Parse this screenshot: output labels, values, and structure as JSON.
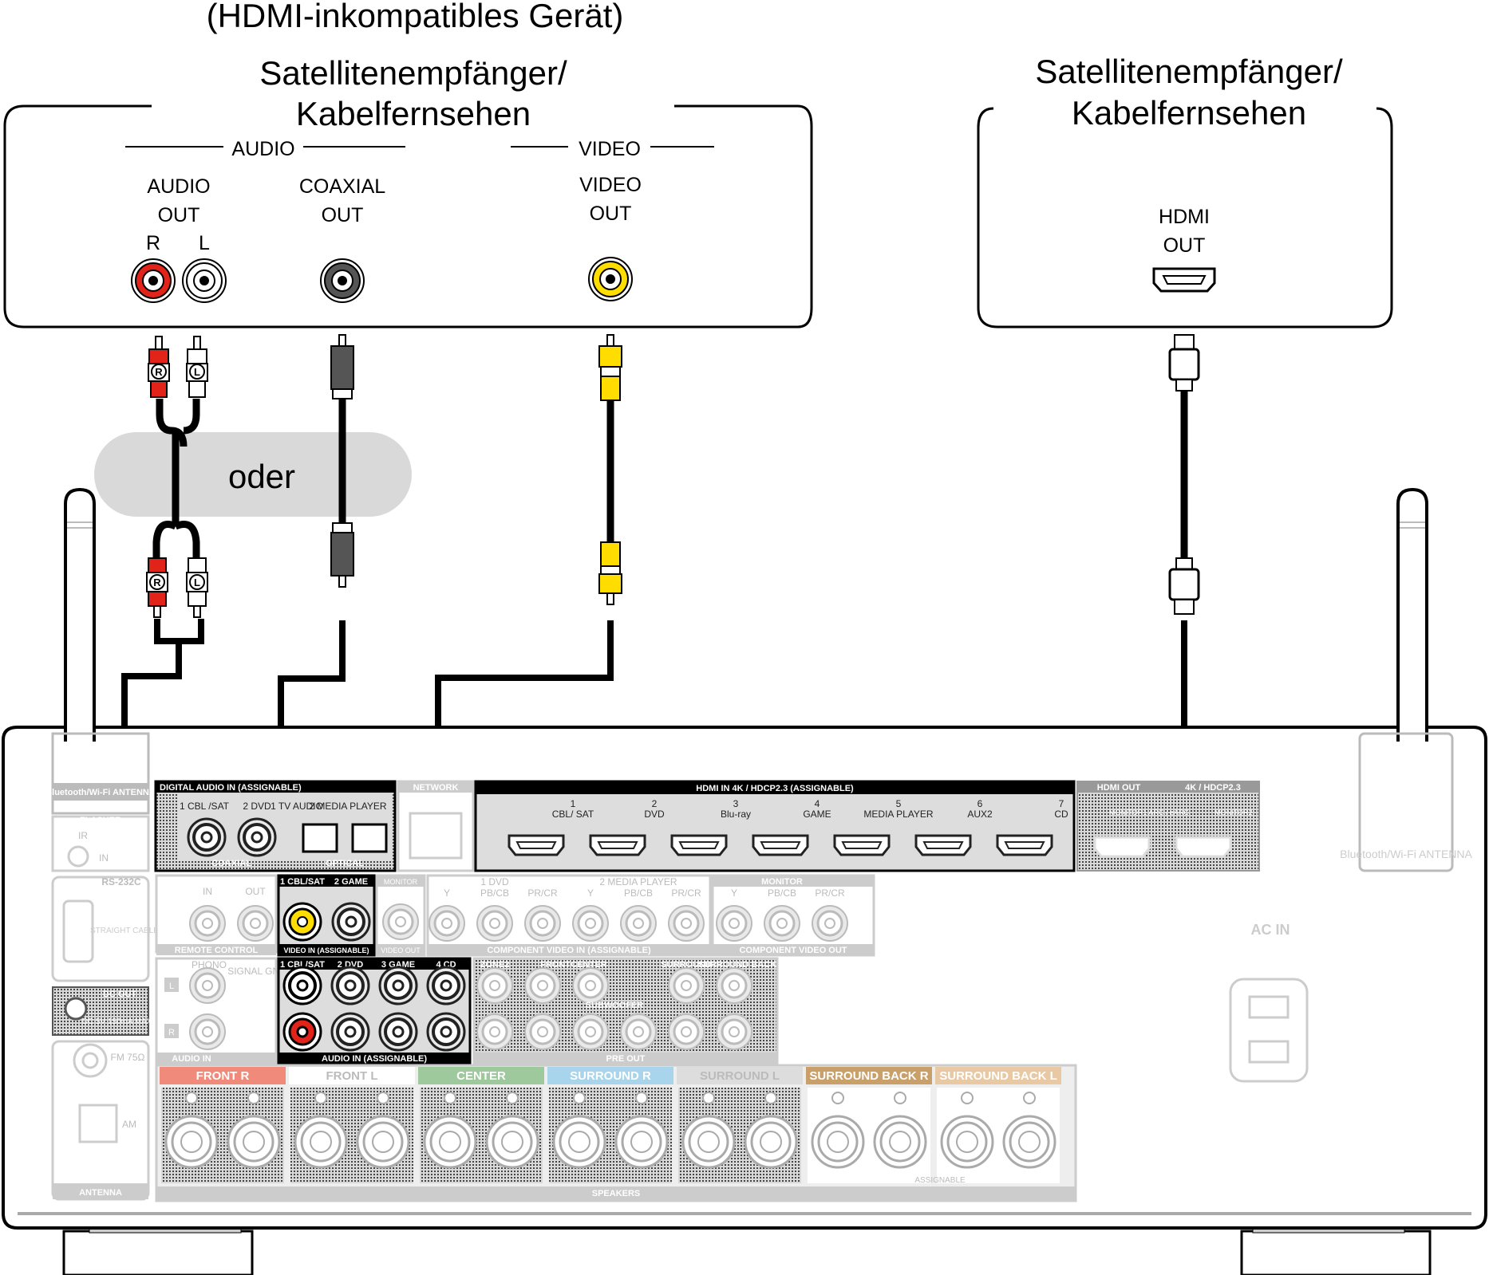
{
  "left_device": {
    "title_note": "(HDMI-inkompatibles Gerät)",
    "title_line1": "Satellitenempfänger/",
    "title_line2": "Kabelfernsehen",
    "audio_group": "AUDIO",
    "video_group": "VIDEO",
    "audio_out_line1": "AUDIO",
    "audio_out_line2": "OUT",
    "right_channel": "R",
    "left_channel": "L",
    "coaxial_line1": "COAXIAL",
    "coaxial_line2": "OUT",
    "video_out_line1": "VIDEO",
    "video_out_line2": "OUT"
  },
  "right_device": {
    "title_line1": "Satellitenempfänger/",
    "title_line2": "Kabelfernsehen",
    "hdmi_line1": "HDMI",
    "hdmi_line2": "OUT"
  },
  "alternative_label": "oder",
  "plug_labels": {
    "r": "R",
    "l": "L"
  },
  "receiver": {
    "digital_audio_in": "DIGITAL AUDIO IN (ASSIGNABLE)",
    "coaxial": "COAXIAL",
    "optical": "OPTICAL",
    "dig_in_1": "1 CBL /SAT",
    "dig_in_2": "2 DVD",
    "dig_opt_1": "1 TV AUDIO",
    "dig_opt_2": "2 MEDIA PLAYER",
    "network": "NETWORK",
    "hdmi_in_header": "HDMI IN 4K / HDCP2.3 (ASSIGNABLE)",
    "hdmi_inputs": [
      {
        "num": "1",
        "name": "CBL/ SAT"
      },
      {
        "num": "2",
        "name": "DVD"
      },
      {
        "num": "3",
        "name": "Blu-ray"
      },
      {
        "num": "4",
        "name": "GAME"
      },
      {
        "num": "5",
        "name": "MEDIA PLAYER"
      },
      {
        "num": "6",
        "name": "AUX2"
      },
      {
        "num": "7",
        "name": "CD"
      }
    ],
    "hdmi_out": "HDMI OUT",
    "hdmi_out_spec": "4K / HDCP2.3",
    "monitor1": "MONITOR1 ARC / eARC",
    "monitor2": "MONITOR2",
    "bt_antenna_left": "Bluetooth/Wi-Fi ANTENNA",
    "bt_antenna_right": "Bluetooth/Wi-Fi ANTENNA",
    "flasher": "FLASHER",
    "ir": "IR",
    "in": "IN",
    "rs232c": "RS-232C",
    "straight_cable": "STRAIGHT CABLE",
    "remote_control": "REMOTE CONTROL",
    "remote_in": "IN",
    "remote_out": "OUT",
    "video_in_1": "1 CBL/SAT",
    "video_in_2": "2 GAME",
    "video_in_assignable": "VIDEO IN (ASSIGNABLE)",
    "monitor": "MONITOR",
    "video_out": "VIDEO OUT",
    "component_in_1": "1 DVD",
    "component_in_2": "2 MEDIA PLAYER",
    "component_in": "COMPONENT VIDEO IN (ASSIGNABLE)",
    "component_out": "COMPONENT VIDEO OUT",
    "comp_y": "Y",
    "comp_pb": "PB/CB",
    "comp_pr": "PR/CR",
    "phono": "PHONO",
    "signal_gnd": "SIGNAL GND",
    "audio_in": "AUDIO IN",
    "audio_in_labels": [
      "1 CBL/SAT",
      "2 DVD",
      "3 GAME",
      "4 CD"
    ],
    "audio_in_assignable": "AUDIO IN (ASSIGNABLE)",
    "zone2": "ZONE2",
    "front": "FRONT",
    "center": "CENTER",
    "surround": "SURROUND",
    "surround_back": "SURROUND BACK",
    "subwoofer": "SUBWOOFER",
    "pre_out": "PRE OUT",
    "dc_out": "DC OUT",
    "dc_spec": "DC 5V 150mA MAX.",
    "fm": "FM 75Ω",
    "am": "AM",
    "antenna": "ANTENNA",
    "ac_in": "AC IN",
    "speakers": "SPEAKERS",
    "assignable": "ASSIGNABLE",
    "speaker_terminals": [
      {
        "name": "FRONT R",
        "color": "#f08a7a"
      },
      {
        "name": "FRONT L",
        "color": "#ffffff"
      },
      {
        "name": "CENTER",
        "color": "#9dc99d"
      },
      {
        "name": "SURROUND R",
        "color": "#a8d4ec"
      },
      {
        "name": "SURROUND L",
        "color": "#dddddd"
      },
      {
        "name": "SURROUND BACK R",
        "color": "#c9a06a"
      },
      {
        "name": "SURROUND BACK L",
        "color": "#e8c9a3"
      }
    ]
  },
  "colors": {
    "red_jack": "#e2231a",
    "white_jack": "#ffffff",
    "yellow_jack": "#ffdd00",
    "coax_jack": "#555555",
    "oder_bg": "#d9d9d9",
    "panel_dark": "#3a3a3a",
    "panel_gray": "#dcdcdc"
  }
}
